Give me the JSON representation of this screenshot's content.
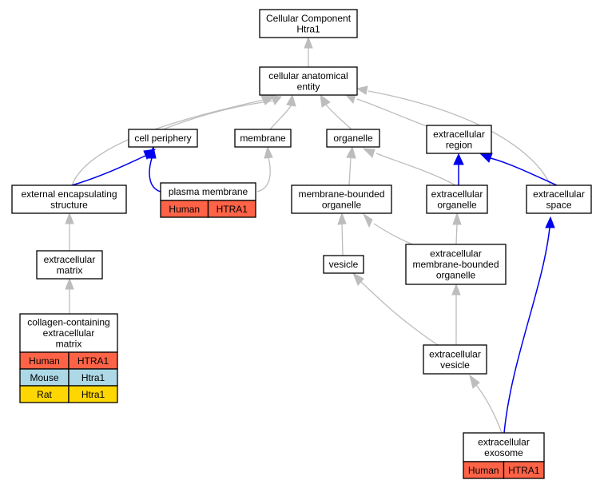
{
  "colors": {
    "human": "#ff6347",
    "mouse": "#add8e6",
    "rat": "#ffd700",
    "is_a_edge": "#bdbdbd",
    "part_of_edge": "#0000ee"
  },
  "nodes": {
    "root": [
      "Cellular Component",
      "Htra1"
    ],
    "anatomical": [
      "cellular anatomical",
      "entity"
    ],
    "cell_periphery": [
      "cell periphery"
    ],
    "membrane": [
      "membrane"
    ],
    "organelle": [
      "organelle"
    ],
    "extracellular_region": [
      "extracellular",
      "region"
    ],
    "external_encapsulating": [
      "external encapsulating",
      "structure"
    ],
    "plasma_membrane": [
      "plasma membrane"
    ],
    "membrane_bounded_organelle": [
      "membrane-bounded",
      "organelle"
    ],
    "extracellular_organelle": [
      "extracellular",
      "organelle"
    ],
    "extracellular_space": [
      "extracellular",
      "space"
    ],
    "extracellular_matrix": [
      "extracellular",
      "matrix"
    ],
    "vesicle": [
      "vesicle"
    ],
    "extracellular_mb_organelle": [
      "extracellular",
      "membrane-bounded",
      "organelle"
    ],
    "collagen_ecm": [
      "collagen-containing",
      "extracellular",
      "matrix"
    ],
    "extracellular_vesicle": [
      "extracellular",
      "vesicle"
    ],
    "extracellular_exosome": [
      "extracellular",
      "exosome"
    ]
  },
  "annotations": {
    "plasma_membrane": [
      {
        "species": "Human",
        "gene": "HTRA1"
      }
    ],
    "collagen_ecm": [
      {
        "species": "Human",
        "gene": "HTRA1"
      },
      {
        "species": "Mouse",
        "gene": "Htra1"
      },
      {
        "species": "Rat",
        "gene": "Htra1"
      }
    ],
    "extracellular_exosome": [
      {
        "species": "Human",
        "gene": "HTRA1"
      }
    ]
  }
}
